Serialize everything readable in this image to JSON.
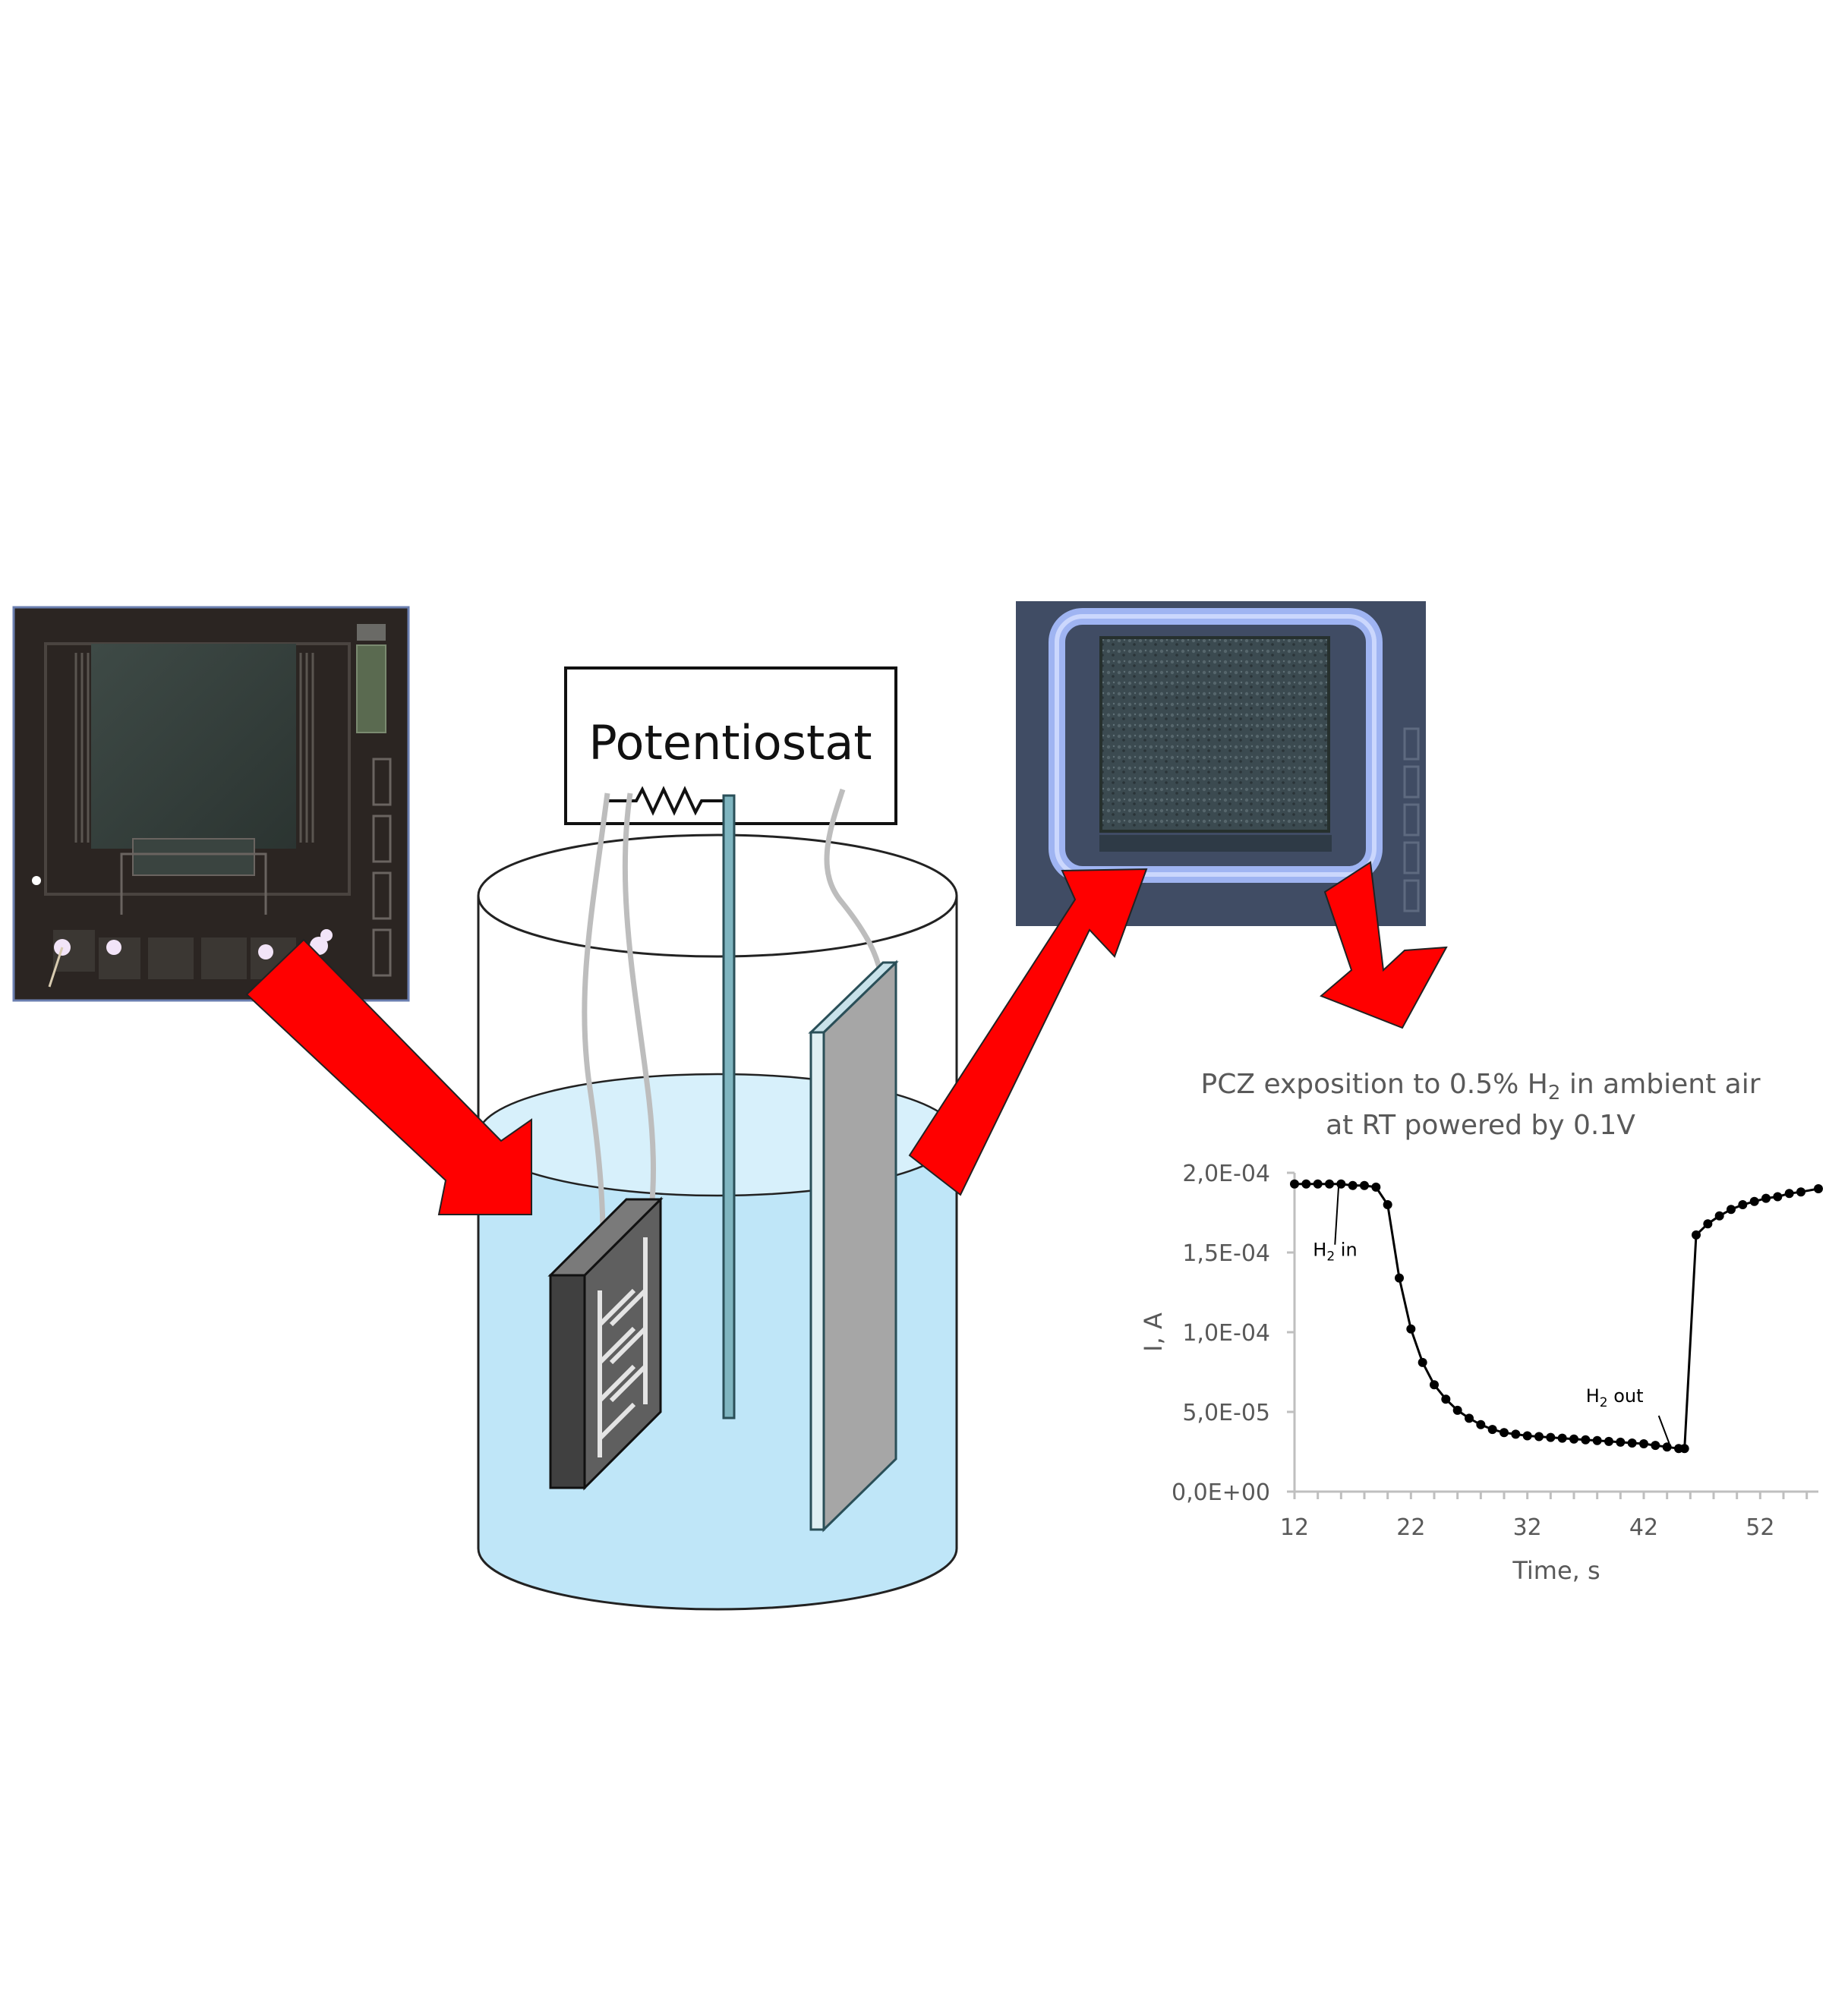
{
  "potentiostat": {
    "label": "Potentiostat"
  },
  "colors": {
    "arrow": "#ff0000",
    "electrolyte": "#bfe6f8",
    "electrolyte_surface": "#d7f0fb",
    "sensor_chip": "#5f5f5f",
    "counter_electrode": "#a6a6a6",
    "wire": "#bdbdbd",
    "photo_chip_bg": "#2b2522",
    "photo_coated_bg": "#3a4560"
  },
  "chart_data": {
    "type": "line",
    "title_line1_pre": "PCZ exposition to 0.5% H",
    "title_line1_sub": "2",
    "title_line1_post": " in ambient air",
    "title_line2": "at RT powered by 0.1V",
    "xlabel": "Time, s",
    "ylabel": "I, A",
    "xlim": [
      12,
      57
    ],
    "ylim": [
      0,
      0.0002
    ],
    "x_ticks": [
      "12",
      "22",
      "32",
      "42",
      "52"
    ],
    "y_ticks": [
      "0,0E+00",
      "5,0E-05",
      "1,0E-04",
      "1,5E-04",
      "2,0E-04"
    ],
    "annotations": [
      {
        "pre": "H",
        "sub": "2",
        "post": " in",
        "x": 15.8,
        "y": 0.000193
      },
      {
        "pre": "H",
        "sub": "2",
        "post": " out",
        "x": 44.2,
        "y": 3e-05
      }
    ],
    "series": [
      {
        "x": [
          12,
          13,
          14,
          15,
          16,
          17,
          18,
          19,
          20,
          21,
          22,
          23,
          24,
          25,
          26,
          27,
          28,
          29,
          30,
          31,
          32,
          33,
          34,
          35,
          36,
          37,
          38,
          39,
          40,
          41,
          42,
          43,
          44,
          45,
          45.5,
          46.5,
          47.5,
          48.5,
          49.5,
          50.5,
          51.5,
          52.5,
          53.5,
          54.5,
          55.5,
          57
        ],
        "y": [
          0.000193,
          0.000193,
          0.000193,
          0.000193,
          0.000193,
          0.000192,
          0.000192,
          0.000191,
          0.00018,
          0.000134,
          0.000102,
          8.1e-05,
          6.7e-05,
          5.8e-05,
          5.1e-05,
          4.6e-05,
          4.2e-05,
          3.9e-05,
          3.7e-05,
          3.6e-05,
          3.5e-05,
          3.45e-05,
          3.4e-05,
          3.35e-05,
          3.3e-05,
          3.25e-05,
          3.2e-05,
          3.15e-05,
          3.1e-05,
          3.05e-05,
          3e-05,
          2.9e-05,
          2.8e-05,
          2.7e-05,
          2.7e-05,
          0.000161,
          0.000168,
          0.000173,
          0.000177,
          0.00018,
          0.000182,
          0.000184,
          0.000185,
          0.000187,
          0.000188,
          0.00019
        ]
      }
    ]
  }
}
